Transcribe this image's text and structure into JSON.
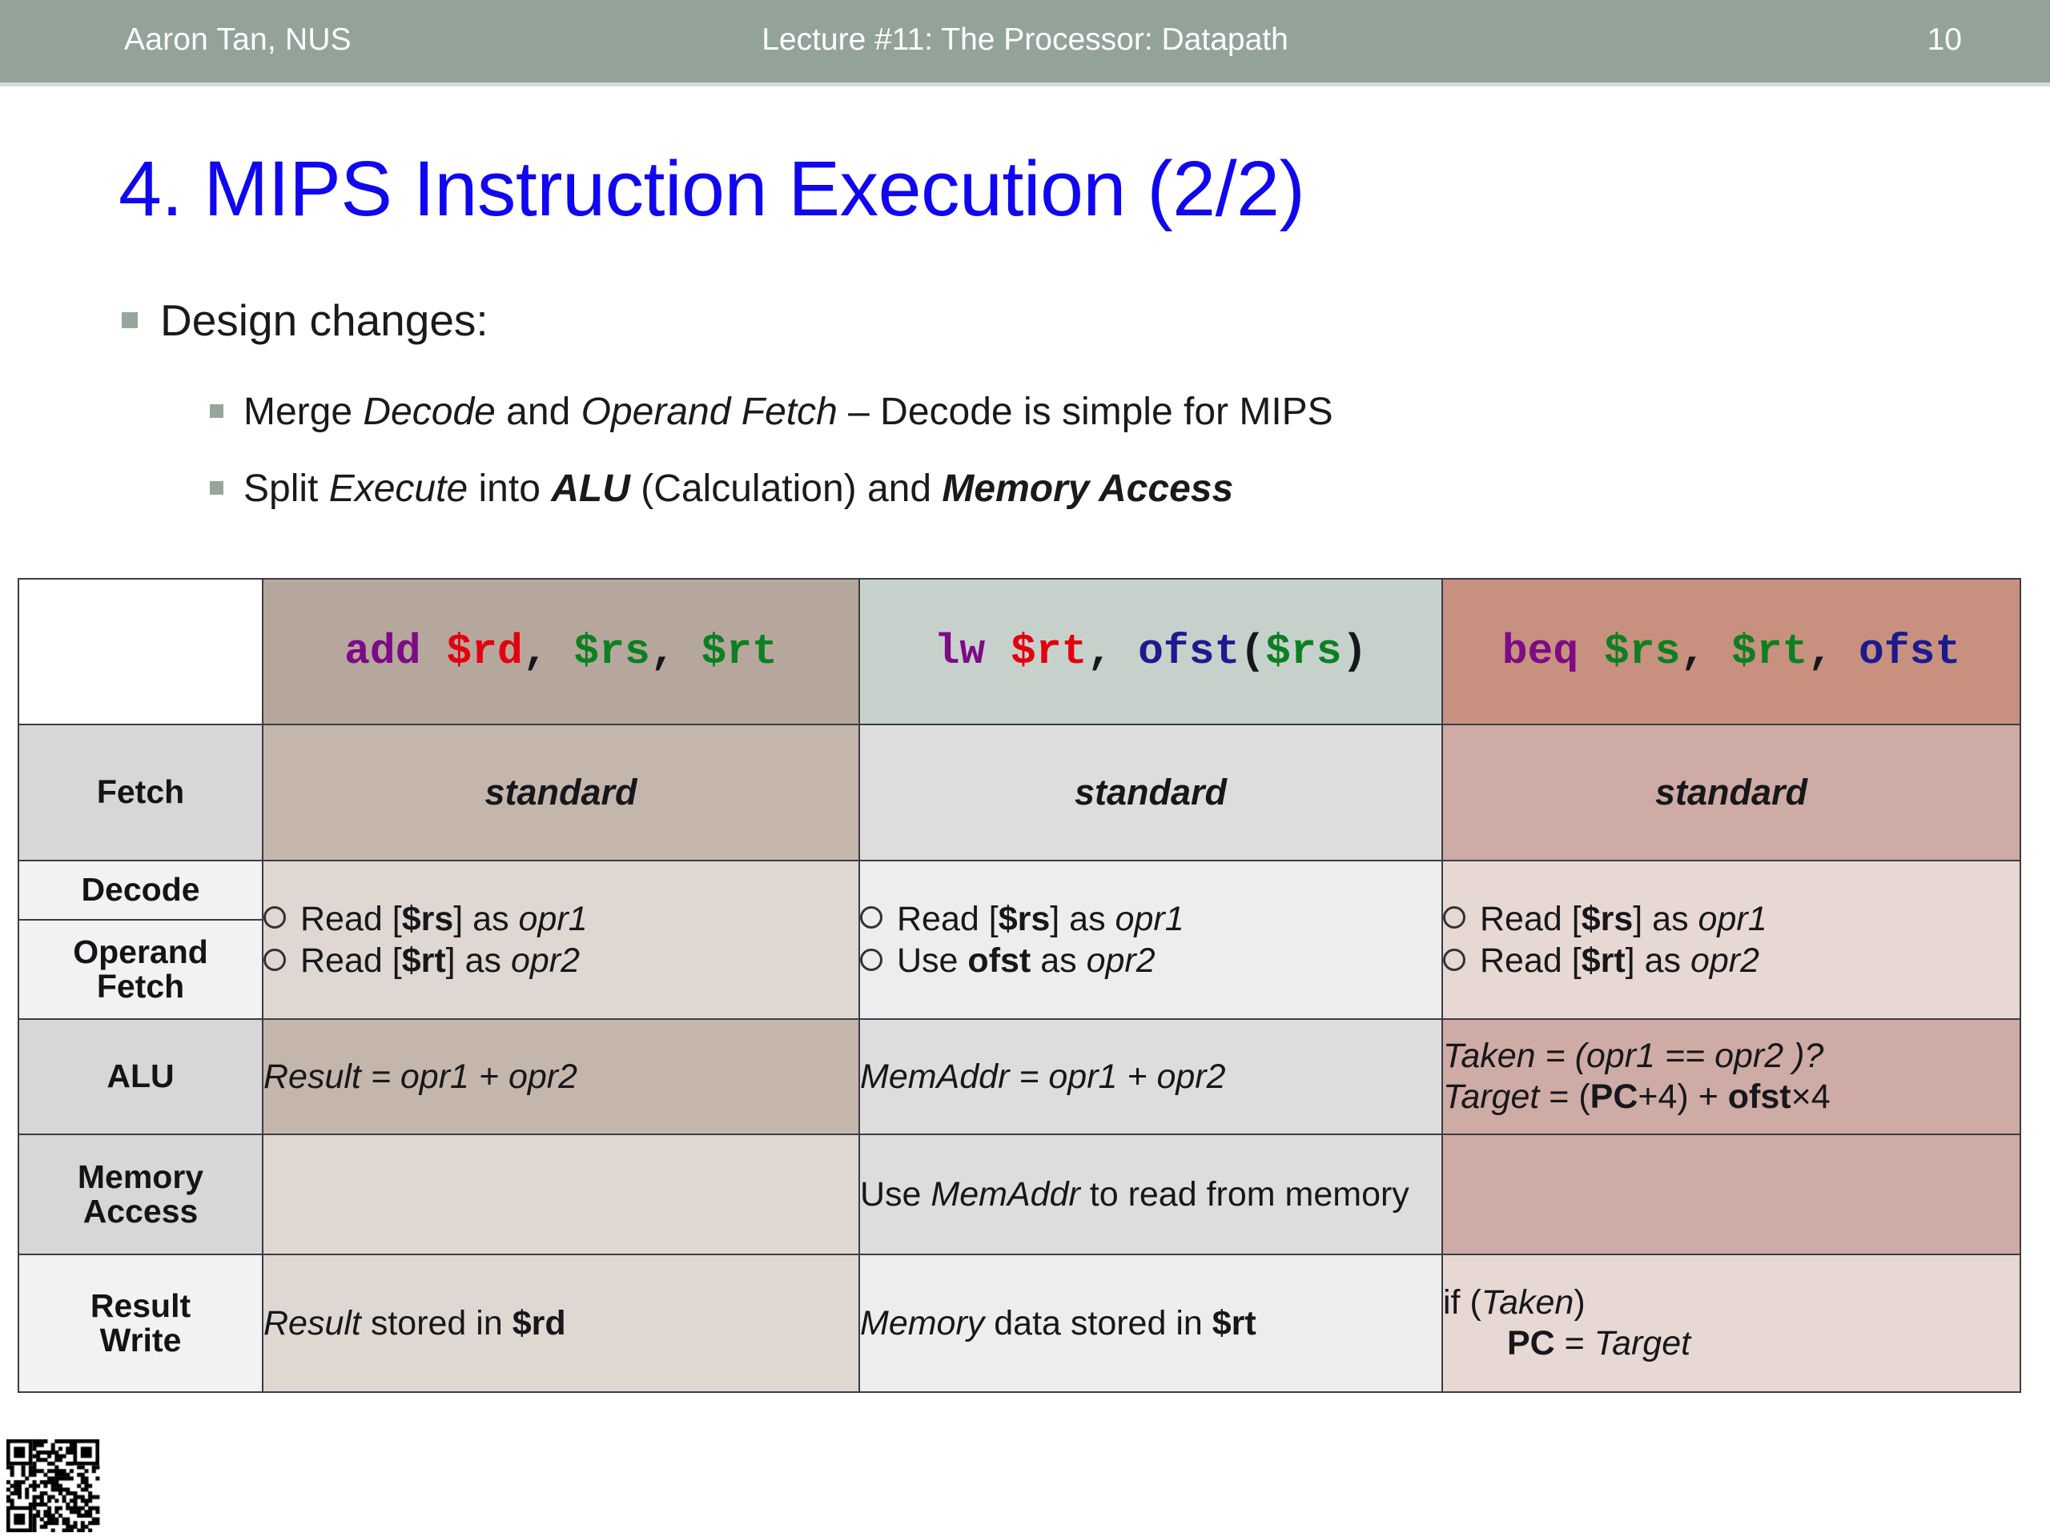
{
  "header": {
    "author": "Aaron Tan, NUS",
    "lecture_title": "Lecture #11: The Processor: Datapath",
    "page_number": "10",
    "band_color": "#93a39a"
  },
  "slide": {
    "title": "4. MIPS Instruction Execution (2/2)",
    "title_color": "#1106f0"
  },
  "bullets": {
    "level1": "Design changes:",
    "level2": [
      {
        "parts": [
          {
            "text": "Merge ",
            "style": "normal"
          },
          {
            "text": "Decode",
            "style": "italic"
          },
          {
            "text": " and ",
            "style": "normal"
          },
          {
            "text": "Operand Fetch",
            "style": "italic"
          },
          {
            "text": " – Decode is simple for MIPS",
            "style": "normal"
          }
        ]
      },
      {
        "parts": [
          {
            "text": "Split ",
            "style": "normal"
          },
          {
            "text": "Execute",
            "style": "italic"
          },
          {
            "text": " into ",
            "style": "normal"
          },
          {
            "text": "ALU",
            "style": "bold-italic"
          },
          {
            "text": " (Calculation) and ",
            "style": "normal"
          },
          {
            "text": "Memory Access",
            "style": "bold-italic"
          }
        ]
      }
    ]
  },
  "table": {
    "column_headers": [
      {
        "key": "blank",
        "label": "",
        "bg": "#ffffff",
        "tokens": []
      },
      {
        "key": "add",
        "label": "add $rd, $rs, $rt",
        "bg": "#b6a79d",
        "tokens": [
          {
            "t": "add",
            "c": "op"
          },
          {
            "t": " ",
            "c": "pn"
          },
          {
            "t": "$rd",
            "c": "rd"
          },
          {
            "t": ", ",
            "c": "pn"
          },
          {
            "t": "$rs",
            "c": "reg"
          },
          {
            "t": ", ",
            "c": "pn"
          },
          {
            "t": "$rt",
            "c": "reg"
          }
        ]
      },
      {
        "key": "lw",
        "label": "lw $rt, ofst($rs)",
        "bg": "#c7d1cc",
        "tokens": [
          {
            "t": "lw",
            "c": "op"
          },
          {
            "t": " ",
            "c": "pn"
          },
          {
            "t": "$rt",
            "c": "rd"
          },
          {
            "t": ", ",
            "c": "pn"
          },
          {
            "t": "ofst",
            "c": "ofst"
          },
          {
            "t": "(",
            "c": "pn"
          },
          {
            "t": "$rs",
            "c": "reg"
          },
          {
            "t": ")",
            "c": "pn"
          }
        ]
      },
      {
        "key": "beq",
        "label": "beq $rs, $rt, ofst",
        "bg": "#c8907f",
        "tokens": [
          {
            "t": "beq",
            "c": "op"
          },
          {
            "t": " ",
            "c": "pn"
          },
          {
            "t": "$rs",
            "c": "reg"
          },
          {
            "t": ", ",
            "c": "pn"
          },
          {
            "t": "$rt",
            "c": "reg"
          },
          {
            "t": ", ",
            "c": "pn"
          },
          {
            "t": "ofst",
            "c": "ofst"
          }
        ]
      }
    ],
    "row_labels": {
      "fetch": "Fetch",
      "decode": "Decode",
      "operand_fetch_line1": "Operand",
      "operand_fetch_line2": "Fetch",
      "alu": "ALU",
      "memory_access_line1": "Memory",
      "memory_access_line2": "Access",
      "result_write_line1": "Result",
      "result_write_line2": "Write"
    },
    "cells": {
      "fetch": {
        "add": "standard",
        "lw": "standard",
        "beq": "standard"
      },
      "decode_operand_fetch": {
        "add": [
          {
            "pre": "Read [",
            "bold": "$rs",
            "mid": "] as ",
            "ital": "opr1"
          },
          {
            "pre": "Read [",
            "bold": "$rt",
            "mid": "] as ",
            "ital": "opr2"
          }
        ],
        "lw": [
          {
            "pre": "Read [",
            "bold": "$rs",
            "mid": "] as ",
            "ital": "opr1"
          },
          {
            "pre": "Use ",
            "bold": "ofst",
            "mid": " as ",
            "ital": "opr2"
          }
        ],
        "beq": [
          {
            "pre": "Read [",
            "bold": "$rs",
            "mid": "] as ",
            "ital": "opr1"
          },
          {
            "pre": "Read [",
            "bold": "$rt",
            "mid": "] as ",
            "ital": "opr2"
          }
        ]
      },
      "alu": {
        "add": "Result = opr1 + opr2",
        "lw": "MemAddr = opr1 + opr2",
        "beq_line1": "Taken =  (opr1 == opr2 )?",
        "beq_line2": "Target = (PC+4) + ofst×4"
      },
      "memory_access": {
        "add": "",
        "lw": "Use MemAddr to read from memory",
        "beq": ""
      },
      "result_write": {
        "add_ital": "Result",
        "add_rest": " stored in ",
        "add_bold": "$rd",
        "lw_ital": "Memory",
        "lw_rest": " data stored in ",
        "lw_bold": "$rt",
        "beq_line1": "if (Taken)",
        "beq_line2_bold": "PC",
        "beq_line2_rest": " = ",
        "beq_line2_ital": "Target"
      }
    }
  },
  "footer": {
    "qr_code_name": "qr-code"
  }
}
